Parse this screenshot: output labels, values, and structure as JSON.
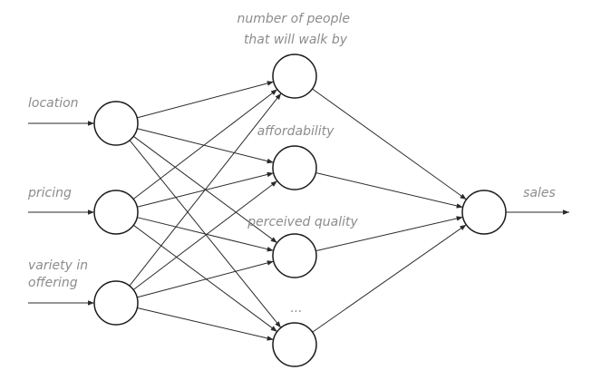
{
  "inputs": [
    {
      "id": "location",
      "label": "location",
      "lines": [
        "location"
      ]
    },
    {
      "id": "pricing",
      "label": "pricing",
      "lines": [
        "pricing"
      ]
    },
    {
      "id": "variety",
      "label": "variety in offering",
      "lines": [
        "variety in",
        "offering"
      ]
    }
  ],
  "hidden": [
    {
      "id": "people",
      "label": "number of people that will walk by",
      "lines": [
        "number of people",
        "that will walk by"
      ]
    },
    {
      "id": "affordability",
      "label": "affordability",
      "lines": [
        "affordability"
      ]
    },
    {
      "id": "quality",
      "label": "perceived quality",
      "lines": [
        "perceived quality"
      ]
    },
    {
      "id": "more",
      "label": "...",
      "lines": [
        "..."
      ]
    }
  ],
  "output": {
    "id": "sales",
    "label": "sales",
    "lines": [
      "sales"
    ]
  },
  "colors": {
    "label": "#8c8c8c",
    "stroke": "#1a1a1a",
    "background": "#ffffff"
  }
}
